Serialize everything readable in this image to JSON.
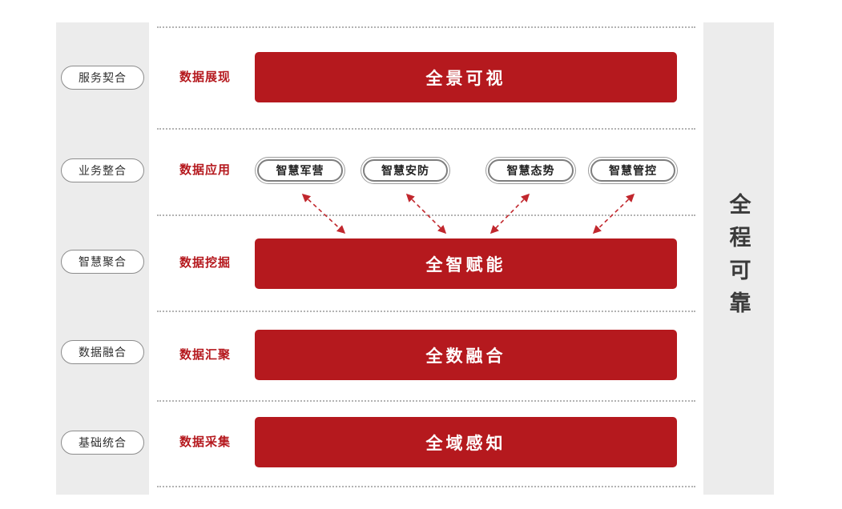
{
  "left_rail": {
    "items": [
      "服务契合",
      "业务整合",
      "智慧聚合",
      "数据融合",
      "基础统合"
    ]
  },
  "rows": [
    {
      "stage": "数据展现",
      "bar": "全景可视"
    },
    {
      "stage": "数据应用",
      "apps": [
        "智慧军营",
        "智慧安防",
        "智慧态势",
        "智慧管控"
      ]
    },
    {
      "stage": "数据挖掘",
      "bar": "全智赋能"
    },
    {
      "stage": "数据汇聚",
      "bar": "全数融合"
    },
    {
      "stage": "数据采集",
      "bar": "全域感知"
    }
  ],
  "right_rail": {
    "label": "全程可靠"
  },
  "connections": [
    {
      "from": "智慧军营",
      "to": "全智赋能",
      "style": "dashed-double-arrow"
    },
    {
      "from": "智慧安防",
      "to": "全智赋能",
      "style": "dashed-double-arrow"
    },
    {
      "from": "智慧态势",
      "to": "全智赋能",
      "style": "dashed-double-arrow"
    },
    {
      "from": "智慧管控",
      "to": "全智赋能",
      "style": "dashed-double-arrow"
    }
  ],
  "colors": {
    "accent_red": "#b5191e",
    "arrow_red": "#c1272d",
    "rail_gray": "#ececec",
    "pill_border": "#8c8c8c",
    "dotted_line": "#b3b3b3",
    "text_dark": "#2f2f2f"
  }
}
